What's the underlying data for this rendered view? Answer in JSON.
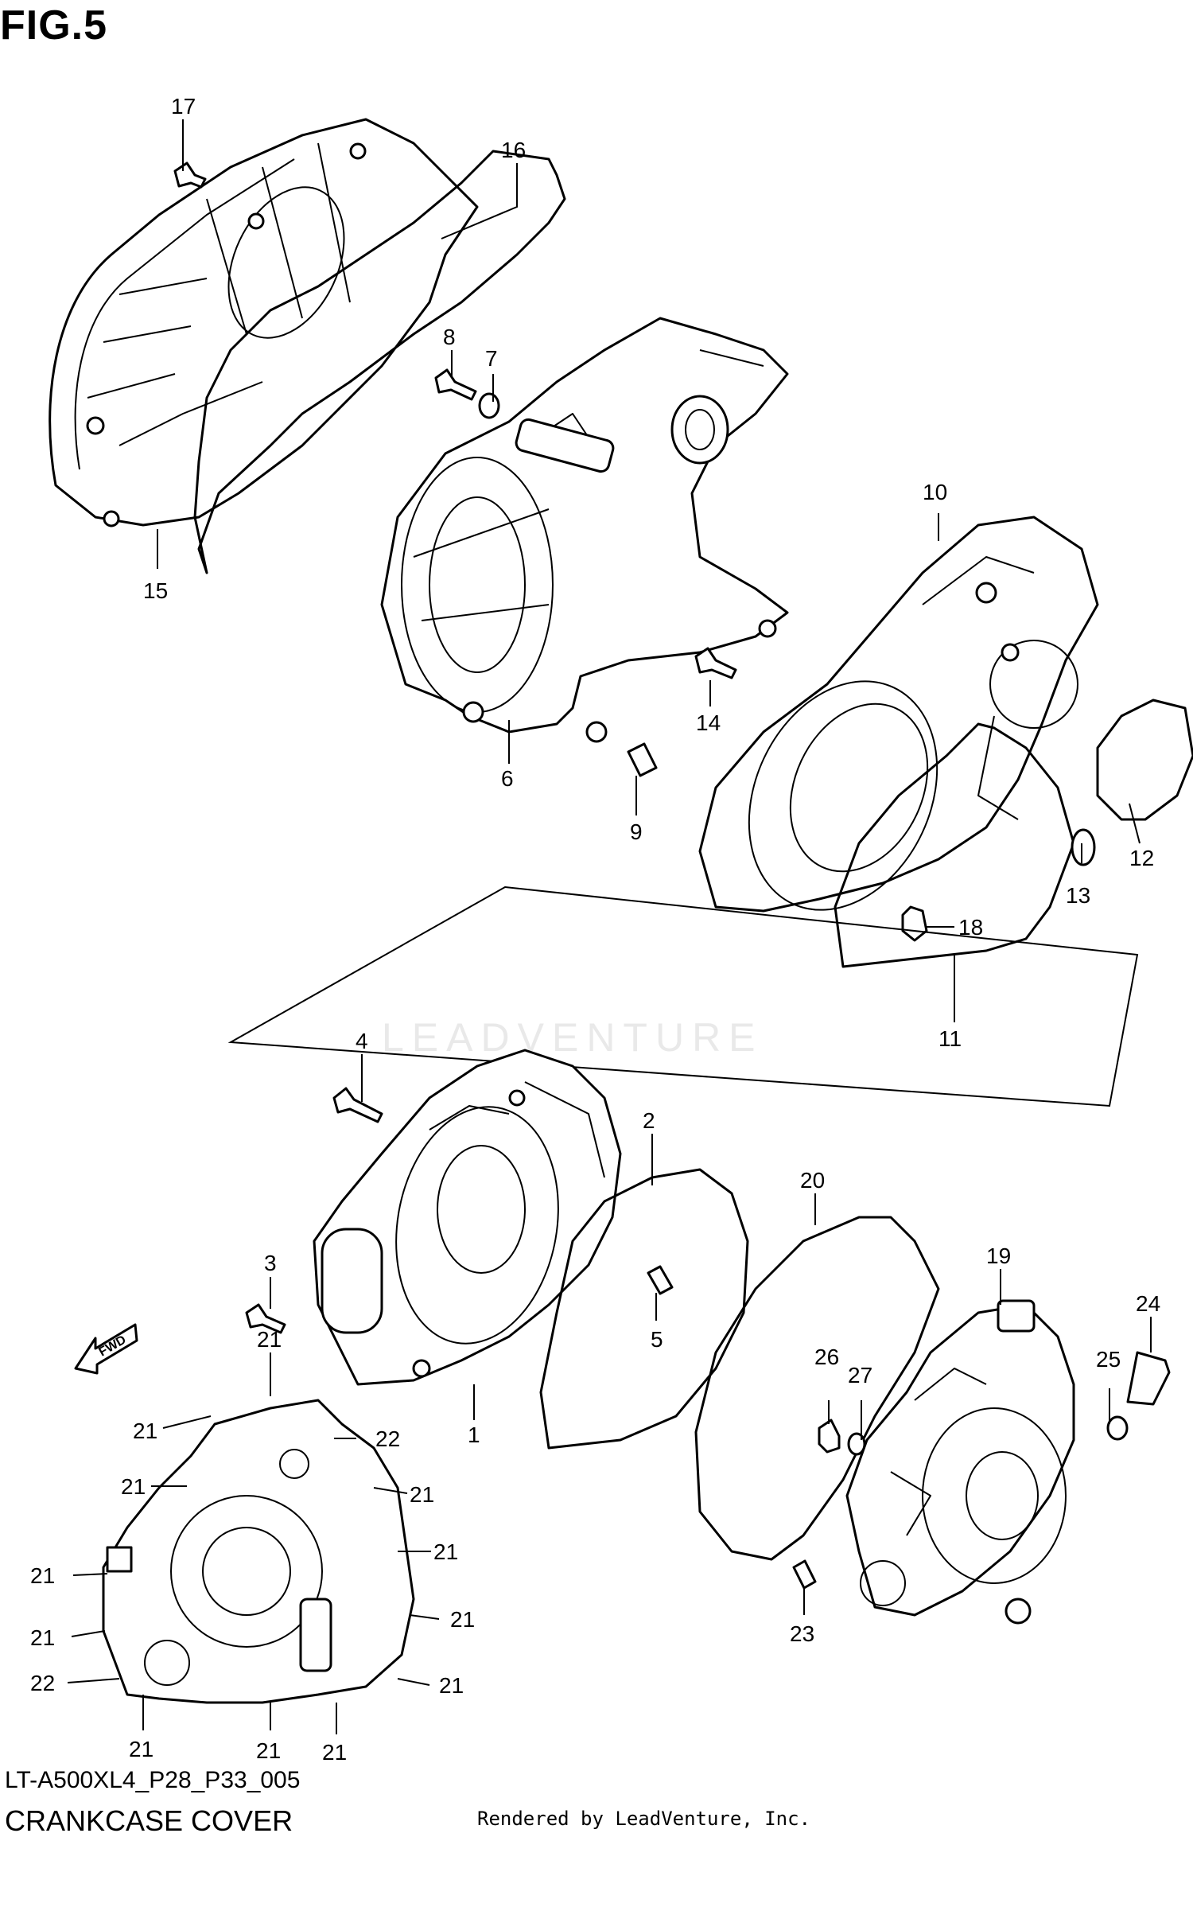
{
  "figure": "FIG.5",
  "model_code": "LT-A500XL4_P28_P33_005",
  "caption": "CRANKCASE COVER",
  "credit": "Rendered by LeadVenture, Inc.",
  "watermark": "LEADVENTURE",
  "fwd_label": "FWD",
  "callouts": [
    "1",
    "2",
    "3",
    "4",
    "5",
    "6",
    "7",
    "8",
    "9",
    "10",
    "11",
    "12",
    "13",
    "14",
    "15",
    "16",
    "17",
    "18",
    "19",
    "20",
    "21",
    "22",
    "23",
    "24",
    "25",
    "26",
    "27"
  ]
}
